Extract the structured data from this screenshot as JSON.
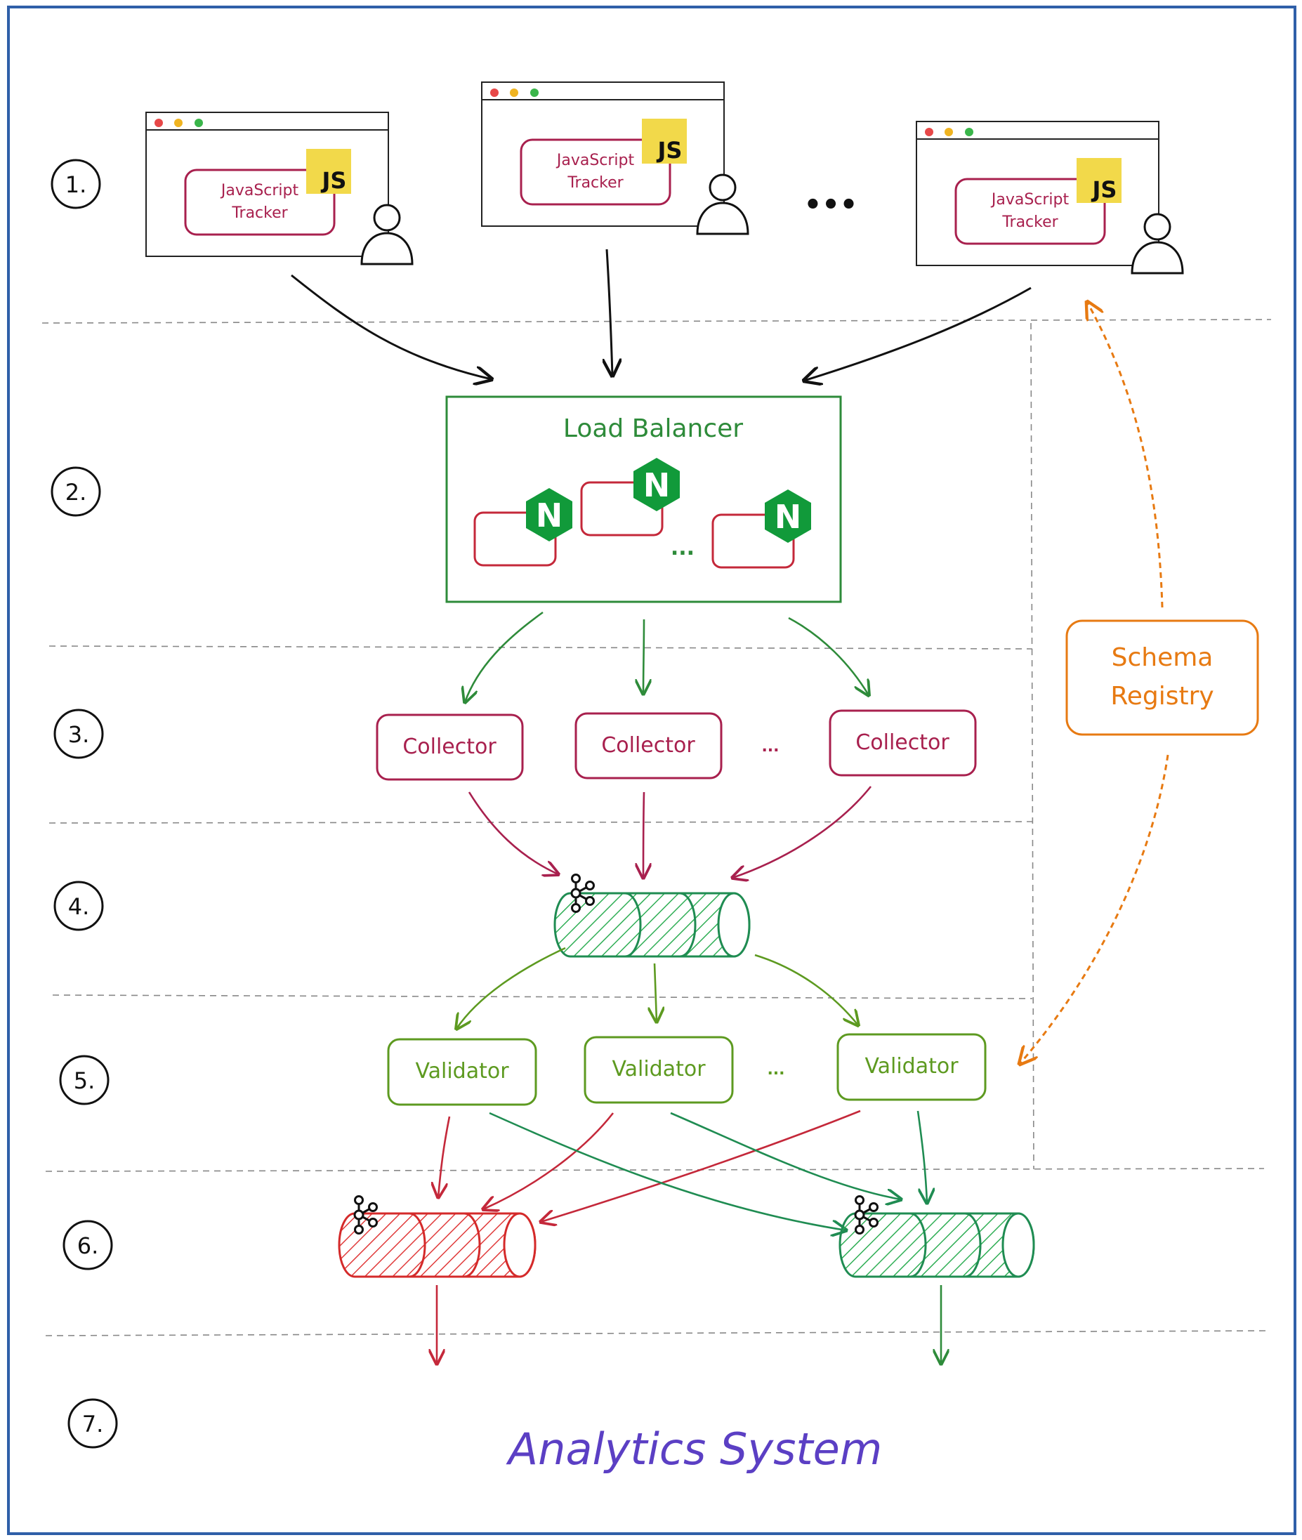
{
  "steps": [
    "1.",
    "2.",
    "3.",
    "4.",
    "5.",
    "6.",
    "7."
  ],
  "tracker": {
    "line1": "JavaScript",
    "line2": "Tracker",
    "badge": "JS"
  },
  "ellipsis_large": "•••",
  "ellipsis_small": "...",
  "load_balancer": {
    "title": "Load Balancer",
    "node_glyph": "N"
  },
  "collector_label": "Collector",
  "validator_label": "Validator",
  "schema_registry": {
    "line1": "Schema",
    "line2": "Registry"
  },
  "analytics": "Analytics System",
  "kafka_icon": "kafka-icon",
  "colors": {
    "frame": "#2f5fa8",
    "js_yellow": "#f2d94a",
    "tracker": "#a8204e",
    "lb_green": "#2e8b3a",
    "nginx_green": "#119a3a",
    "collector": "#a8204e",
    "validator": "#5d9a20",
    "kafka_good": "#1f8c52",
    "kafka_bad": "#d42a2a",
    "schema": "#e77a12",
    "analytics": "#5b3fc4"
  }
}
